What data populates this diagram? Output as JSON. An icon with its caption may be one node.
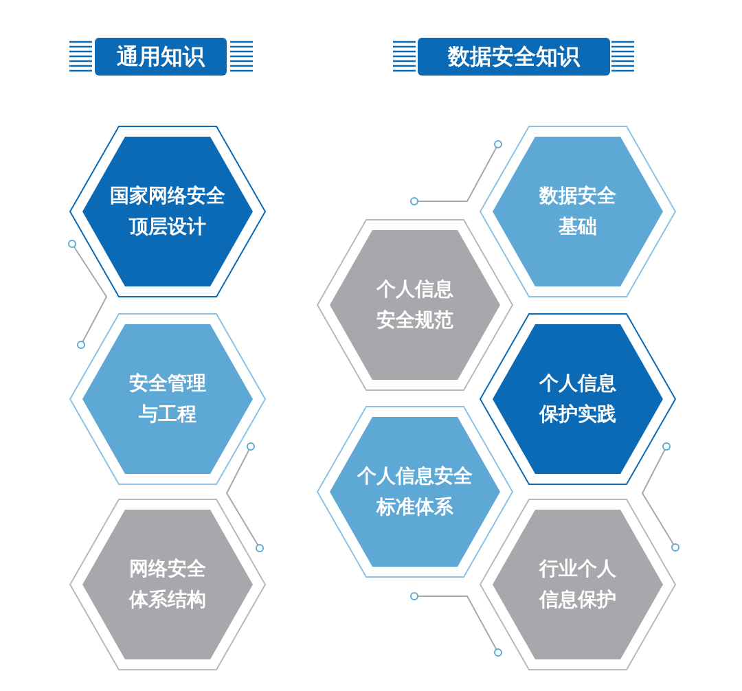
{
  "diagram": {
    "nodes": [
      {
        "text": [
          "通用知识"
        ]
      },
      {
        "text": [
          "数据安全知识"
        ]
      },
      {
        "text": [
          "国家网络安全顶层设计"
        ]
      },
      {
        "text": [
          "安全管理与工程"
        ]
      },
      {
        "text": [
          "网络安全体系结构"
        ]
      },
      {
        "text": [
          "数据安全基础"
        ]
      },
      {
        "text": [
          "个人信息安全规范"
        ]
      },
      {
        "text": [
          "个人信息保护实践"
        ]
      },
      {
        "text": [
          "个人信息安全标准体系"
        ]
      },
      {
        "text": [
          "行业个人信息保护"
        ]
      }
    ],
    "edges": []
  }
}
